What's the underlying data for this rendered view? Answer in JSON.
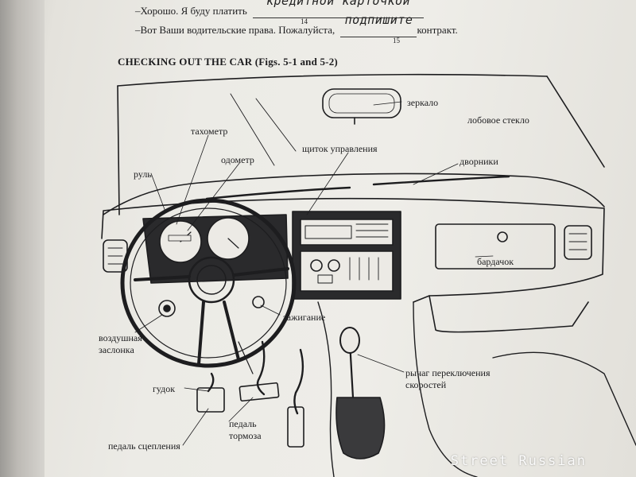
{
  "exercise": {
    "line1": {
      "text": "–Хорошо. Я буду платить",
      "answer": "кредитной карточкой",
      "number": "14"
    },
    "line2": {
      "text_before": "–Вот Ваши водительские права. Пожалуйста,",
      "answer": "подпишите",
      "number": "15",
      "text_after": "контракт."
    }
  },
  "section": {
    "heading": "CHECKING OUT THE CAR (Figs. 5-1 and 5-2)"
  },
  "labels": {
    "mirror": "зеркало",
    "windshield": "лобовое стекло",
    "tachometer": "тахометр",
    "odometer": "одометр",
    "dashboard": "щиток управления",
    "wipers": "дворники",
    "steering_wheel": "руль",
    "glovebox": "бардачок",
    "ignition": "зажигание",
    "choke_line1": "воздушная",
    "choke_line2": "заслонка",
    "gearshift_line1": "рычаг переключения",
    "gearshift_line2": "скоростей",
    "horn": "гудок",
    "brake_line1": "педаль",
    "brake_line2": "тормоза",
    "clutch": "педаль сцепления"
  },
  "watermark": "Street Russian",
  "colors": {
    "ink": "#1d1d1f",
    "paper": "#eceae5"
  }
}
